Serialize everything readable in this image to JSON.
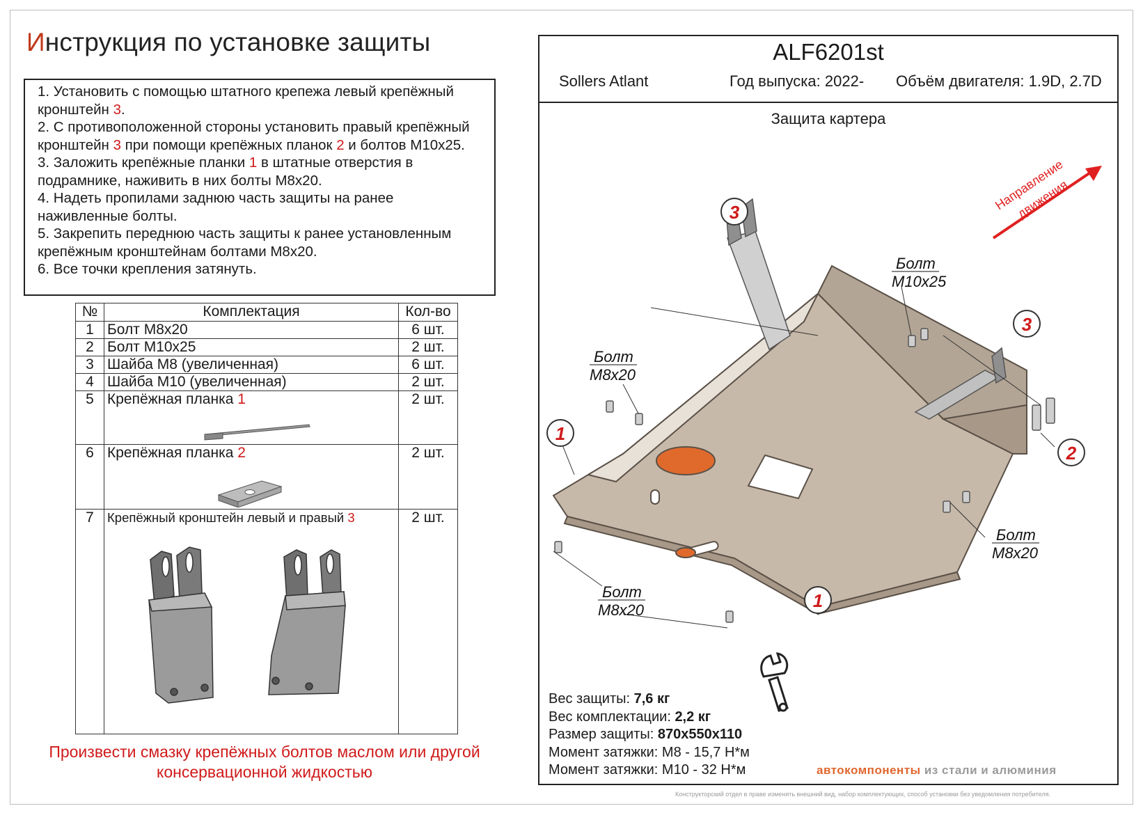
{
  "title_first": "И",
  "title_rest": "нструкция по установке защиты",
  "steps": [
    {
      "a": "1. Установить с помощью штатного крепежа левый крепёжный кронштейн ",
      "r": "3",
      "b": "."
    },
    {
      "a": "2. С противоположенной стороны установить правый крепёжный кронштейн ",
      "r": "3",
      "b": " при помощи крепёжных планок ",
      "r2": "2",
      "c": " и болтов М10х25."
    },
    {
      "a": "3. Заложить крепёжные планки ",
      "r": "1",
      "b": " в штатные отверстия в подрамнике, наживить в них болты М8х20."
    },
    {
      "a": "4. Надеть пропилами заднюю часть защиты на ранее наживленные болты."
    },
    {
      "a": "5. Закрепить переднюю часть защиты к ранее установленным крепёжным кронштейнам болтами М8х20."
    },
    {
      "a": "6. Все точки крепления затянуть."
    }
  ],
  "kit": {
    "headers": {
      "num": "№",
      "name": "Комплектация",
      "qty": "Кол-во"
    },
    "rows": [
      {
        "num": "1",
        "name": "Болт М8х20",
        "qty": "6 шт."
      },
      {
        "num": "2",
        "name": "Болт М10х25",
        "qty": "2 шт."
      },
      {
        "num": "3",
        "name": "Шайба М8 (увеличенная)",
        "qty": "6 шт."
      },
      {
        "num": "4",
        "name": "Шайба М10 (увеличенная)",
        "qty": "2 шт."
      },
      {
        "num": "5",
        "name": "Крепёжная планка ",
        "ref": "1",
        "qty": "2 шт."
      },
      {
        "num": "6",
        "name": "Крепёжная планка ",
        "ref": "2",
        "qty": "2 шт."
      },
      {
        "num": "7",
        "name": "Крепёжный кронштейн левый и правый ",
        "ref": "3",
        "qty": "2 шт."
      }
    ]
  },
  "note": "Произвести смазку крепёжных болтов маслом или другой консервационной жидкостью",
  "product": {
    "code": "ALF6201st",
    "model": "Sollers Atlant",
    "year": "Год выпуска: 2022-",
    "engine": "Объём двигателя: 1.9D, 2.7D",
    "subtitle": "Защита картера"
  },
  "diagram": {
    "direction_line1": "Направление",
    "direction_line2": "движения",
    "callouts": [
      "3",
      "3",
      "1",
      "2",
      "1"
    ],
    "bolt_word": "Болт",
    "bolt_m8": "М8х20",
    "bolt_m10": "М10х25",
    "colors": {
      "plate": "#c7b9a9",
      "plate_edge": "#5a5047",
      "accent": "#e06a2c",
      "arrow": "#e02020"
    }
  },
  "specs": [
    {
      "label": "Вес защиты: ",
      "value": "7,6 кг"
    },
    {
      "label": "Вес комплектации: ",
      "value": "2,2 кг"
    },
    {
      "label": "Размер защиты: ",
      "value": "870х550х110"
    },
    {
      "label": "Момент затяжки: ",
      "value": " М8 - 15,7 Н*м"
    },
    {
      "label": "Момент затяжки: ",
      "value": " М10 - 32 Н*м"
    }
  ],
  "brand": {
    "part1": "автокомпоненты",
    "part2": " из стали и алюминия"
  },
  "footer": "Конструкторский отдел в праве изменять внешний вид, набор комплектующих, способ установки без уведомления потребителя."
}
